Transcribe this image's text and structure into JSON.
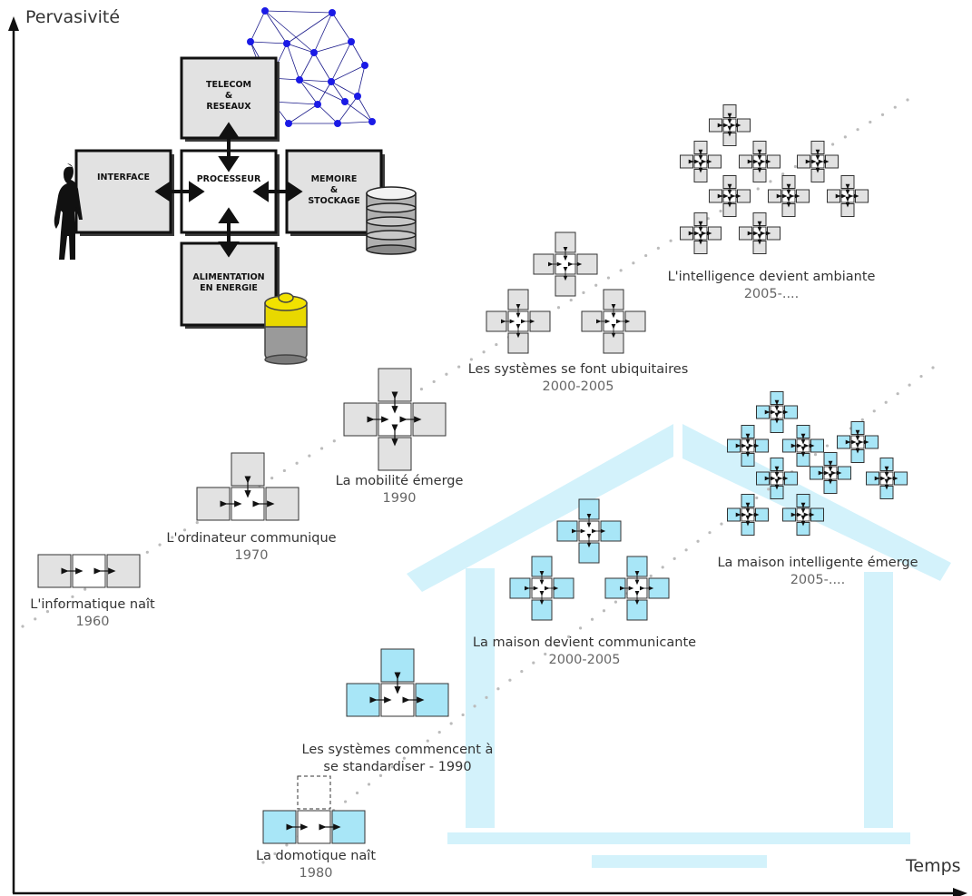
{
  "axes": {
    "y_label": "Pervasivité",
    "x_label": "Temps"
  },
  "architecture": {
    "telecom": "TELECOM\n&\nRESEAUX",
    "interface": "INTERFACE",
    "processor": "PROCESSEUR",
    "memory": "MEMOIRE\n&\nSTOCKAGE",
    "power": "ALIMENTATION\nEN ENERGIE"
  },
  "computing_track": [
    {
      "title": "L'informatique naît",
      "year": "1960"
    },
    {
      "title": "L'ordinateur communique",
      "year": "1970"
    },
    {
      "title": "La mobilité émerge",
      "year": "1990"
    },
    {
      "title": "Les systèmes se font ubiquitaires",
      "year": "2000-2005"
    },
    {
      "title": "L'intelligence devient ambiante",
      "year": "2005-...."
    }
  ],
  "home_track": [
    {
      "title": "La domotique naît",
      "year": "1980"
    },
    {
      "title": "Les systèmes commencent à\nse standardiser - 1990",
      "year": ""
    },
    {
      "title": "La maison devient communicante",
      "year": "2000-2005"
    },
    {
      "title": "La maison intelligente émerge",
      "year": "2005-...."
    }
  ],
  "colors": {
    "grey_box": "#e2e2e2",
    "blue_box": "#a8e6f7",
    "house": "#d3f2fb",
    "network_node": "#1a1ae6",
    "dots": "#bbbbbb",
    "battery_cap": "#f2e200"
  }
}
